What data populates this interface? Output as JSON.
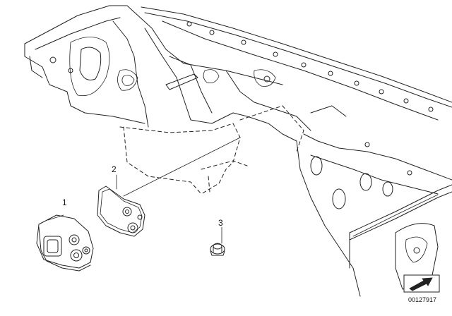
{
  "diagram": {
    "callouts": [
      {
        "number": "1",
        "part": "mount bracket"
      },
      {
        "number": "2",
        "part": "gasket"
      },
      {
        "number": "3",
        "part": "fastener"
      }
    ],
    "diagram_id": "00127917",
    "icons": [
      "direction-arrow-icon"
    ]
  }
}
